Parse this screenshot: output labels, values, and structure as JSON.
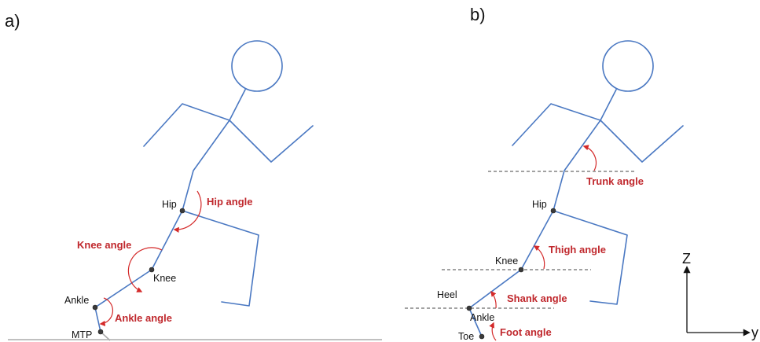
{
  "panels": {
    "a": {
      "label": "a)",
      "joints": {
        "hip": "Hip",
        "knee": "Knee",
        "ankle": "Ankle",
        "mtp": "MTP"
      },
      "angles": {
        "hip": "Hip angle",
        "knee": "Knee angle",
        "ankle": "Ankle angle"
      }
    },
    "b": {
      "label": "b)",
      "joints": {
        "hip": "Hip",
        "knee": "Knee",
        "heel": "Heel",
        "ankle": "Ankle",
        "toe": "Toe"
      },
      "angles": {
        "trunk": "Trunk angle",
        "thigh": "Thigh angle",
        "shank": "Shank angle",
        "foot": "Foot angle"
      }
    }
  },
  "axes": {
    "z": "Z",
    "y": "y"
  },
  "colors": {
    "body": "#4a78c2",
    "angle": "#c0282d",
    "arrow": "#d42a2a"
  }
}
